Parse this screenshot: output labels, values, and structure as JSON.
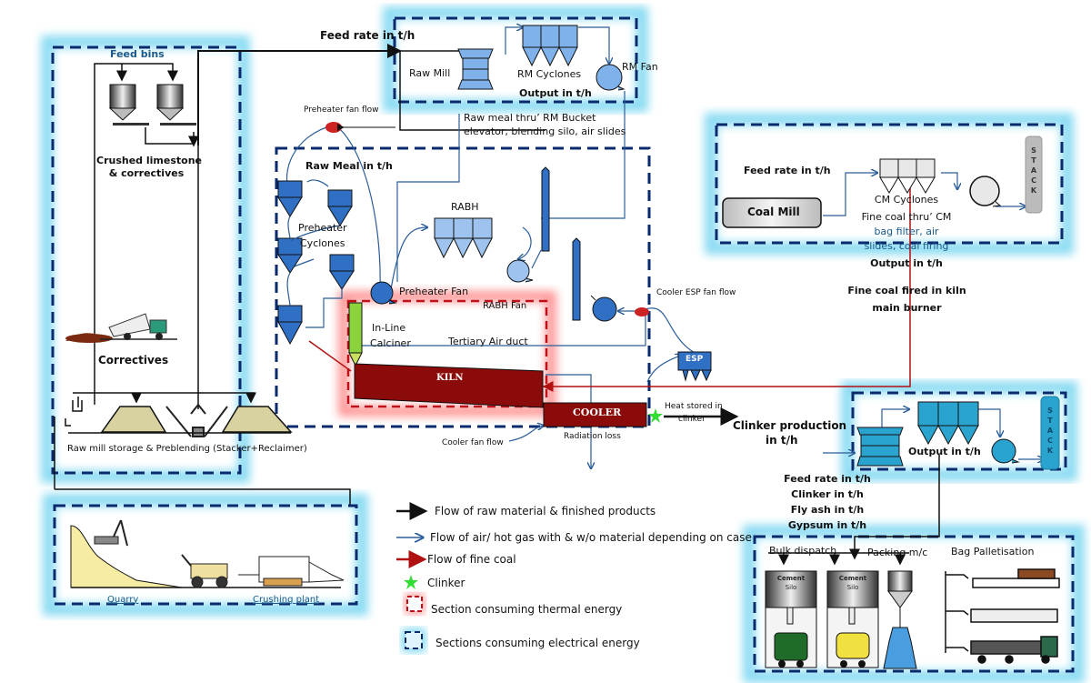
{
  "title": "Cement plant energy flow diagram",
  "colors": {
    "electrical_border": "#0a2a6e",
    "electrical_glow": "#7fd8f2",
    "thermal_border": "#c0101a",
    "thermal_glow": "#ff8a8a",
    "kiln": "#8b0a0a",
    "equipment_blue": "#2f6fc4",
    "equipment_light_blue": "#7fb2ea",
    "cement_mill_cyan": "#2aa3cf",
    "calciner_green": "#8cd23c",
    "clinker_star": "#33dd33",
    "coal_line": "#b01010"
  },
  "crushing_section": {
    "feed_bins": "Feed bins",
    "crushed_limestone": "Crushed limestone",
    "and_correctives": "& correctives",
    "correctives": "Correctives",
    "storage": "Raw mill storage & Preblending (Stacker+Reclaimer)"
  },
  "quarry_section": {
    "quarry": "Quarry",
    "crushing_plant": "Crushing plant"
  },
  "raw_mill_section": {
    "feed_rate": "Feed rate in t/h",
    "raw_mill": "Raw Mill",
    "rm_cyclones": "RM Cyclones",
    "rm_fan": "RM Fan",
    "output": "Output in t/h",
    "raw_meal_line1": "Raw   meal   thru’   RM   Bucket",
    "raw_meal_line2": "elevator, blending silo, air slides"
  },
  "pyro_section": {
    "preheater_fan_flow": "Preheater fan flow",
    "raw_meal_in": "Raw Meal in t/h",
    "preheater": "Preheater",
    "cyclones": "Cyclones",
    "rabh": "RABH",
    "preheater_fan": "Preheater Fan",
    "rabh_fan": "RABH Fan",
    "inline": "In-Line",
    "calciner": "Calciner",
    "tertiary_air_duct": "Tertiary Air duct",
    "kiln": "KILN",
    "cooler": "COOLER",
    "cooler_esp_fan_flow": "Cooler ESP fan flow",
    "esp": "ESP",
    "cooler_fan_flow": "Cooler fan flow",
    "radiation_loss": "Radiation loss",
    "heat_stored_1": "Heat stored in",
    "heat_stored_2": "clinker",
    "clinker_production_1": "Clinker production",
    "clinker_production_2": "in t/h"
  },
  "coal_section": {
    "feed_rate": "Feed rate in t/h",
    "coal_mill": "Coal Mill",
    "cm_cyclones": "CM Cyclones",
    "fine_coal_1": "Fine coal thru’ CM",
    "fine_coal_2": "bag filter, air",
    "fine_coal_3": "slides, coal firing",
    "output": "Output in t/h",
    "fired_1": "Fine coal fired in kiln",
    "fired_2": "main burner",
    "stack": [
      "S",
      "T",
      "A",
      "C",
      "K"
    ]
  },
  "cement_mill_section": {
    "output": "Output in t/h",
    "stack": [
      "S",
      "T",
      "A",
      "C",
      "K"
    ],
    "feed_rate": "Feed rate in t/h",
    "clinker": "Clinker in t/h",
    "fly_ash": "Fly ash in t/h",
    "gypsum": "Gypsum in t/h"
  },
  "dispatch_section": {
    "bulk_dispatch": "Bulk dispatch",
    "packing": "Packing m/c",
    "bag_palletisation": "Bag Palletisation",
    "silo_1_line1": "Cement",
    "silo_1_line2": "Silo",
    "silo_2_line1": "Cement",
    "silo_2_line2": "Silo"
  },
  "legend": {
    "raw_material": "Flow of raw material & finished products",
    "air_gas": "Flow of air/ hot gas with & w/o material depending on case",
    "fine_coal": "Flow of fine coal",
    "clinker": "Clinker",
    "thermal": "Section consuming thermal energy",
    "electrical": "Sections consuming electrical energy"
  }
}
